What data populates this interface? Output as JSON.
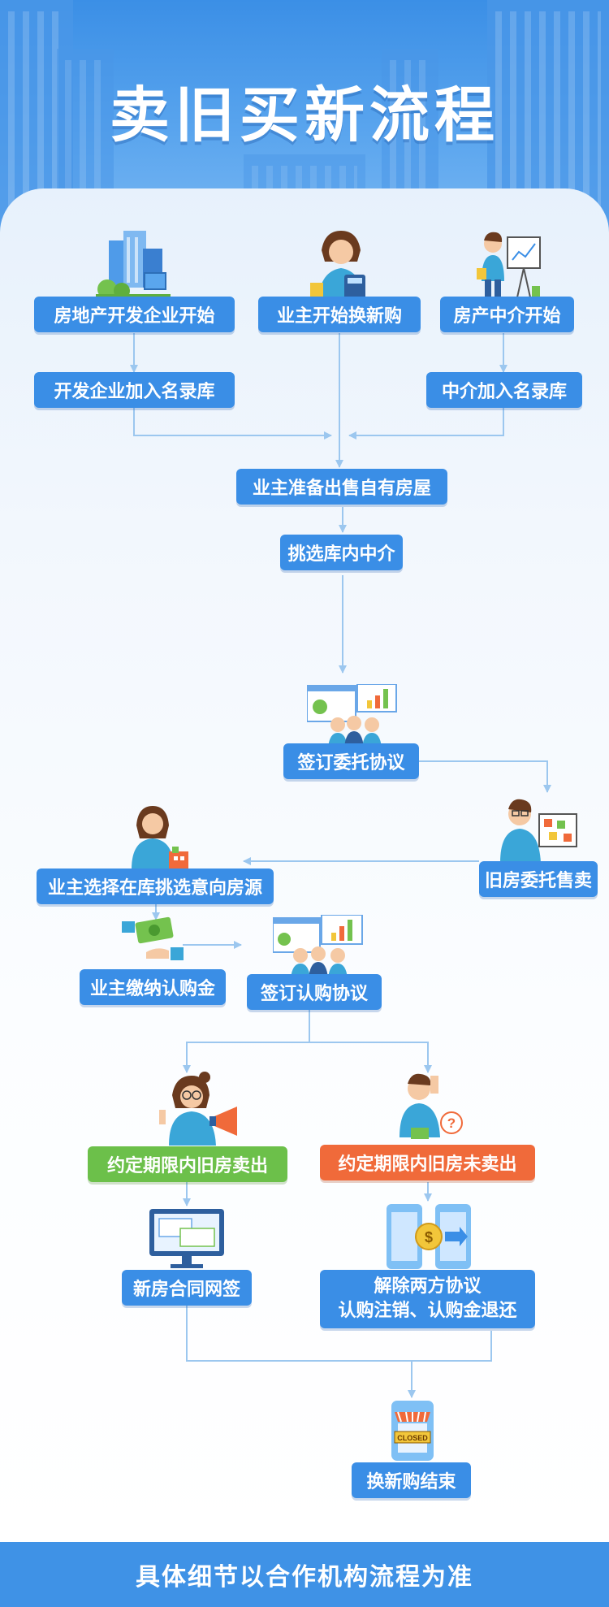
{
  "header": {
    "title": "卖旧买新流程"
  },
  "nodes": {
    "developer_start": "房地产开发企业开始",
    "owner_start": "业主开始换新购",
    "agency_start": "房产中介开始",
    "developer_join": "开发企业加入名录库",
    "agency_join": "中介加入名录库",
    "owner_prepare": "业主准备出售自有房屋",
    "select_agency": "挑选库内中介",
    "sign_entrust": "签订委托协议",
    "entrust_sale": "旧房委托售卖",
    "owner_choose": "业主选择在库挑选意向房源",
    "pay_deposit": "业主缴纳认购金",
    "sign_subscription": "签订认购协议",
    "sold_in_time": "约定期限内旧房卖出",
    "not_sold": "约定期限内旧房未卖出",
    "contract_sign": "新房合同网签",
    "cancel_line1": "解除两方协议",
    "cancel_line2": "认购注销、认购金退还",
    "end": "换新购结束"
  },
  "labels": {
    "closed_sign": "CLOSED",
    "question_mark": "?"
  },
  "footer": {
    "note": "具体细节以合作机构流程为准"
  },
  "colors": {
    "primary": "#3a8ee6",
    "green": "#6cc04a",
    "orange": "#f06a3a",
    "connector": "#9cc7ef"
  }
}
